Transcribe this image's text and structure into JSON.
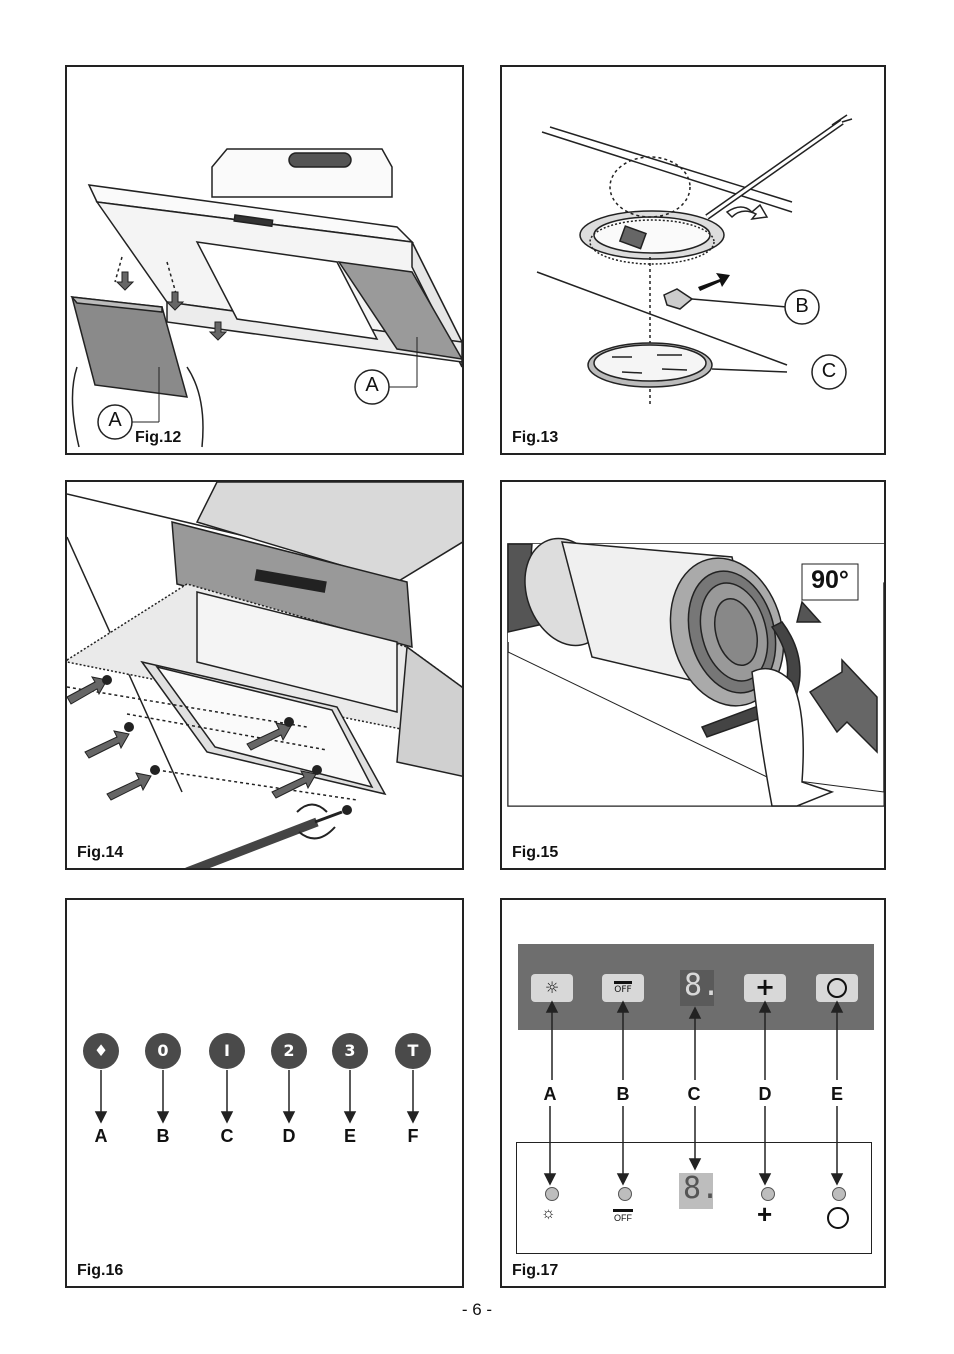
{
  "figures": {
    "fig12": {
      "label": "Fig.12",
      "callout_left": "A",
      "callout_right": "A"
    },
    "fig13": {
      "label": "Fig.13",
      "callout_b": "B",
      "callout_c": "C"
    },
    "fig14": {
      "label": "Fig.14"
    },
    "fig15": {
      "label": "Fig.15",
      "angle": "90°"
    },
    "fig16": {
      "label": "Fig.16",
      "buttons": [
        {
          "symbol": "♦",
          "letter": "A",
          "icon": "light-bulb-icon"
        },
        {
          "symbol": "0",
          "letter": "B"
        },
        {
          "symbol": "I",
          "letter": "C"
        },
        {
          "symbol": "2",
          "letter": "D"
        },
        {
          "symbol": "3",
          "letter": "E"
        },
        {
          "symbol": "T",
          "letter": "F"
        }
      ]
    },
    "fig17": {
      "label": "Fig.17",
      "off_text": "OFF",
      "digit": "8.",
      "letters": [
        "A",
        "B",
        "C",
        "D",
        "E"
      ],
      "icons": [
        "light-icon",
        "off-minus-icon",
        "seven-segment-display",
        "plus-icon",
        "clock-icon"
      ]
    }
  },
  "page_number": "- 6 -"
}
